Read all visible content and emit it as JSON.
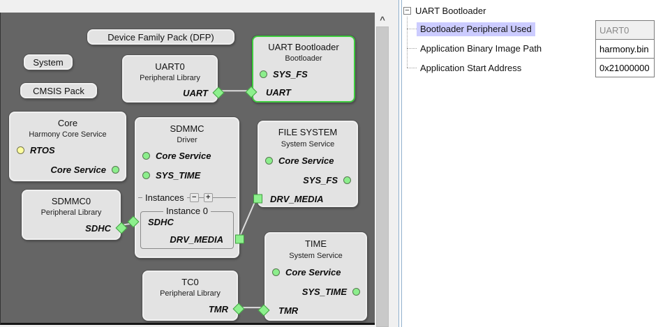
{
  "icons": {
    "scroll_up": "^",
    "tree_collapse": "−",
    "instances_remove": "−",
    "instances_add": "+"
  },
  "graph": {
    "tags": {
      "dfp": "Device Family Pack (DFP)",
      "system": "System",
      "cmsis": "CMSIS Pack"
    },
    "uart0": {
      "title": "UART0",
      "subtitle": "Peripheral Library",
      "uart": "UART"
    },
    "uart_bootloader": {
      "title": "UART Bootloader",
      "subtitle": "Bootloader",
      "sys_fs": "SYS_FS",
      "uart": "UART"
    },
    "core": {
      "title": "Core",
      "subtitle": "Harmony Core Service",
      "rtos": "RTOS",
      "core_service": "Core Service"
    },
    "sdmmc": {
      "title": "SDMMC",
      "subtitle": "Driver",
      "core_service": "Core Service",
      "sys_time": "SYS_TIME",
      "instances": "Instances",
      "instance0": "Instance 0",
      "sdhc": "SDHC",
      "drv_media": "DRV_MEDIA"
    },
    "file_system": {
      "title": "FILE SYSTEM",
      "subtitle": "System Service",
      "core_service": "Core Service",
      "sys_fs": "SYS_FS",
      "drv_media": "DRV_MEDIA"
    },
    "sdmmc0": {
      "title": "SDMMC0",
      "subtitle": "Peripheral Library",
      "sdhc": "SDHC"
    },
    "tc0": {
      "title": "TC0",
      "subtitle": "Peripheral Library",
      "tmr": "TMR"
    },
    "time": {
      "title": "TIME",
      "subtitle": "System Service",
      "core_service": "Core Service",
      "sys_time": "SYS_TIME",
      "tmr": "TMR"
    }
  },
  "properties": {
    "root_label": "UART Bootloader",
    "rows": [
      {
        "label": "Bootloader Peripheral Used",
        "value": "UART0"
      },
      {
        "label": "Application Binary Image Path",
        "value": "harmony.bin"
      },
      {
        "label": "Application Start Address",
        "value": "0x21000000"
      }
    ]
  },
  "colors": {
    "canvas_bg": "#656565",
    "block_bg": "#e3e3e3",
    "selected_block_border": "#3fcc3f",
    "connector_green": "#8df08d",
    "rtos_yellow": "#ffffa0",
    "selection_highlight": "#ccccff",
    "divider_blue": "#90b0cd"
  }
}
